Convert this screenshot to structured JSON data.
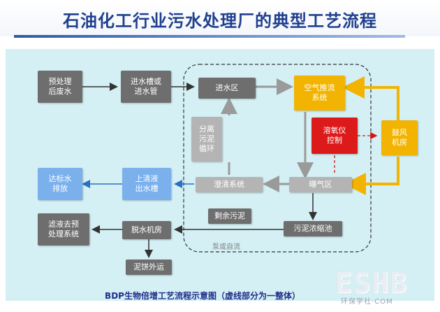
{
  "title": "石油化工行业污水处理厂的典型工艺流程",
  "caption": "BDP生物倍增工艺流程示意图（虚线部分为一整体）",
  "nodes": {
    "pretreat": "预处理\n后废水",
    "inlet_pipe": "进水槽或\n进水管",
    "inlet_zone": "进水区",
    "air_push": "空气推流\n系统",
    "blower": "鼓风\n机房",
    "do_control": "溶氧仪\n控制",
    "separation": "分离\n污泥\n循环",
    "aeration": "曝气区",
    "clarify": "澄清系统",
    "supernatant": "上清液\n出水槽",
    "discharge": "达标水\n排放",
    "excess_sludge": "剩余污泥",
    "thickener": "污泥浓缩池",
    "dewater": "脱水机房",
    "filtrate": "滤液去预\n处理系统",
    "cake": "泥饼外运"
  },
  "labels": {
    "pump_or_gravity": "泵或自流"
  },
  "watermark": {
    "big": "ESHB",
    "small": "环保学社·COM"
  },
  "colors": {
    "title": "#1f3f8f",
    "panel": "#d4f0f4",
    "dark_box": "#6e6e6e",
    "light_box": "#b4b4b4",
    "blue_box": "#7ab0ec",
    "yellow_box": "#f2b400",
    "red_box": "#dd1a1a"
  }
}
